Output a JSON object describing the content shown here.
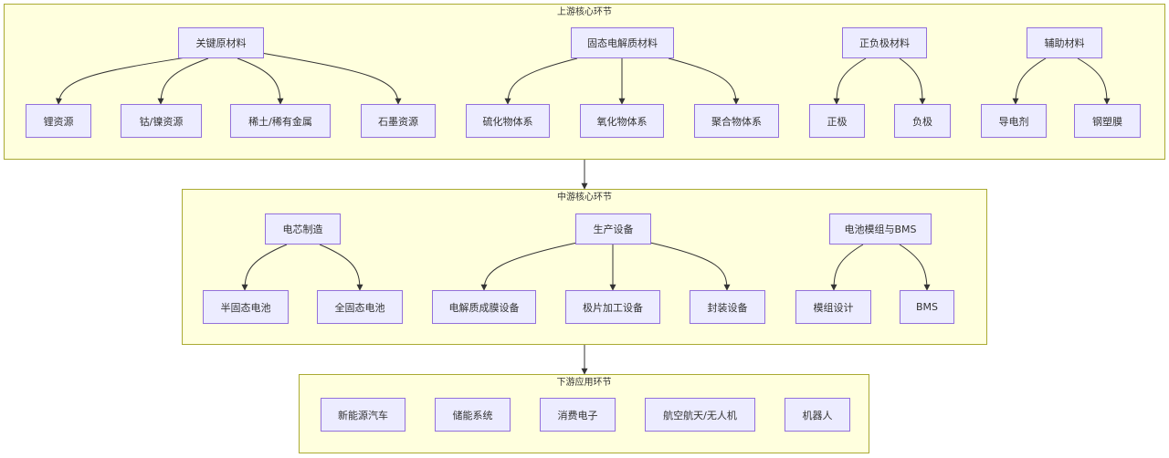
{
  "diagram": {
    "clusters": {
      "upstream": {
        "title": "上游核心环节",
        "parents": {
          "key_materials": "关键原材料",
          "solid_electrolyte": "固态电解质材料",
          "electrode_materials": "正负极材料",
          "auxiliary_materials": "辅助材料"
        },
        "children": {
          "lithium": "锂资源",
          "cobalt_nickel": "钴/镍资源",
          "rare_earth": "稀土/稀有金属",
          "graphite": "石墨资源",
          "sulfide": "硫化物体系",
          "oxide": "氧化物体系",
          "polymer": "聚合物体系",
          "cathode": "正极",
          "anode": "负极",
          "conductive_agent": "导电剂",
          "separator": "钢塑膜"
        }
      },
      "midstream": {
        "title": "中游核心环节",
        "parents": {
          "cell_manufacturing": "电芯制造",
          "production_equipment": "生产设备",
          "module_bms": "电池模组与BMS"
        },
        "children": {
          "semi_solid": "半固态电池",
          "all_solid": "全固态电池",
          "electrolyte_film_equipment": "电解质成膜设备",
          "electrode_processing_equipment": "极片加工设备",
          "packaging_equipment": "封装设备",
          "module_design": "模组设计",
          "bms": "BMS"
        }
      },
      "downstream": {
        "title": "下游应用环节",
        "nodes": {
          "nev": "新能源汽车",
          "energy_storage": "储能系统",
          "consumer_electronics": "消费电子",
          "aerospace_drone": "航空航天/无人机",
          "robot": "机器人"
        }
      }
    },
    "colors": {
      "cluster_fill": "#ffffde",
      "cluster_border": "#aaaa33",
      "node_fill": "#ececff",
      "node_border": "#9370db",
      "edge": "#333333"
    }
  }
}
